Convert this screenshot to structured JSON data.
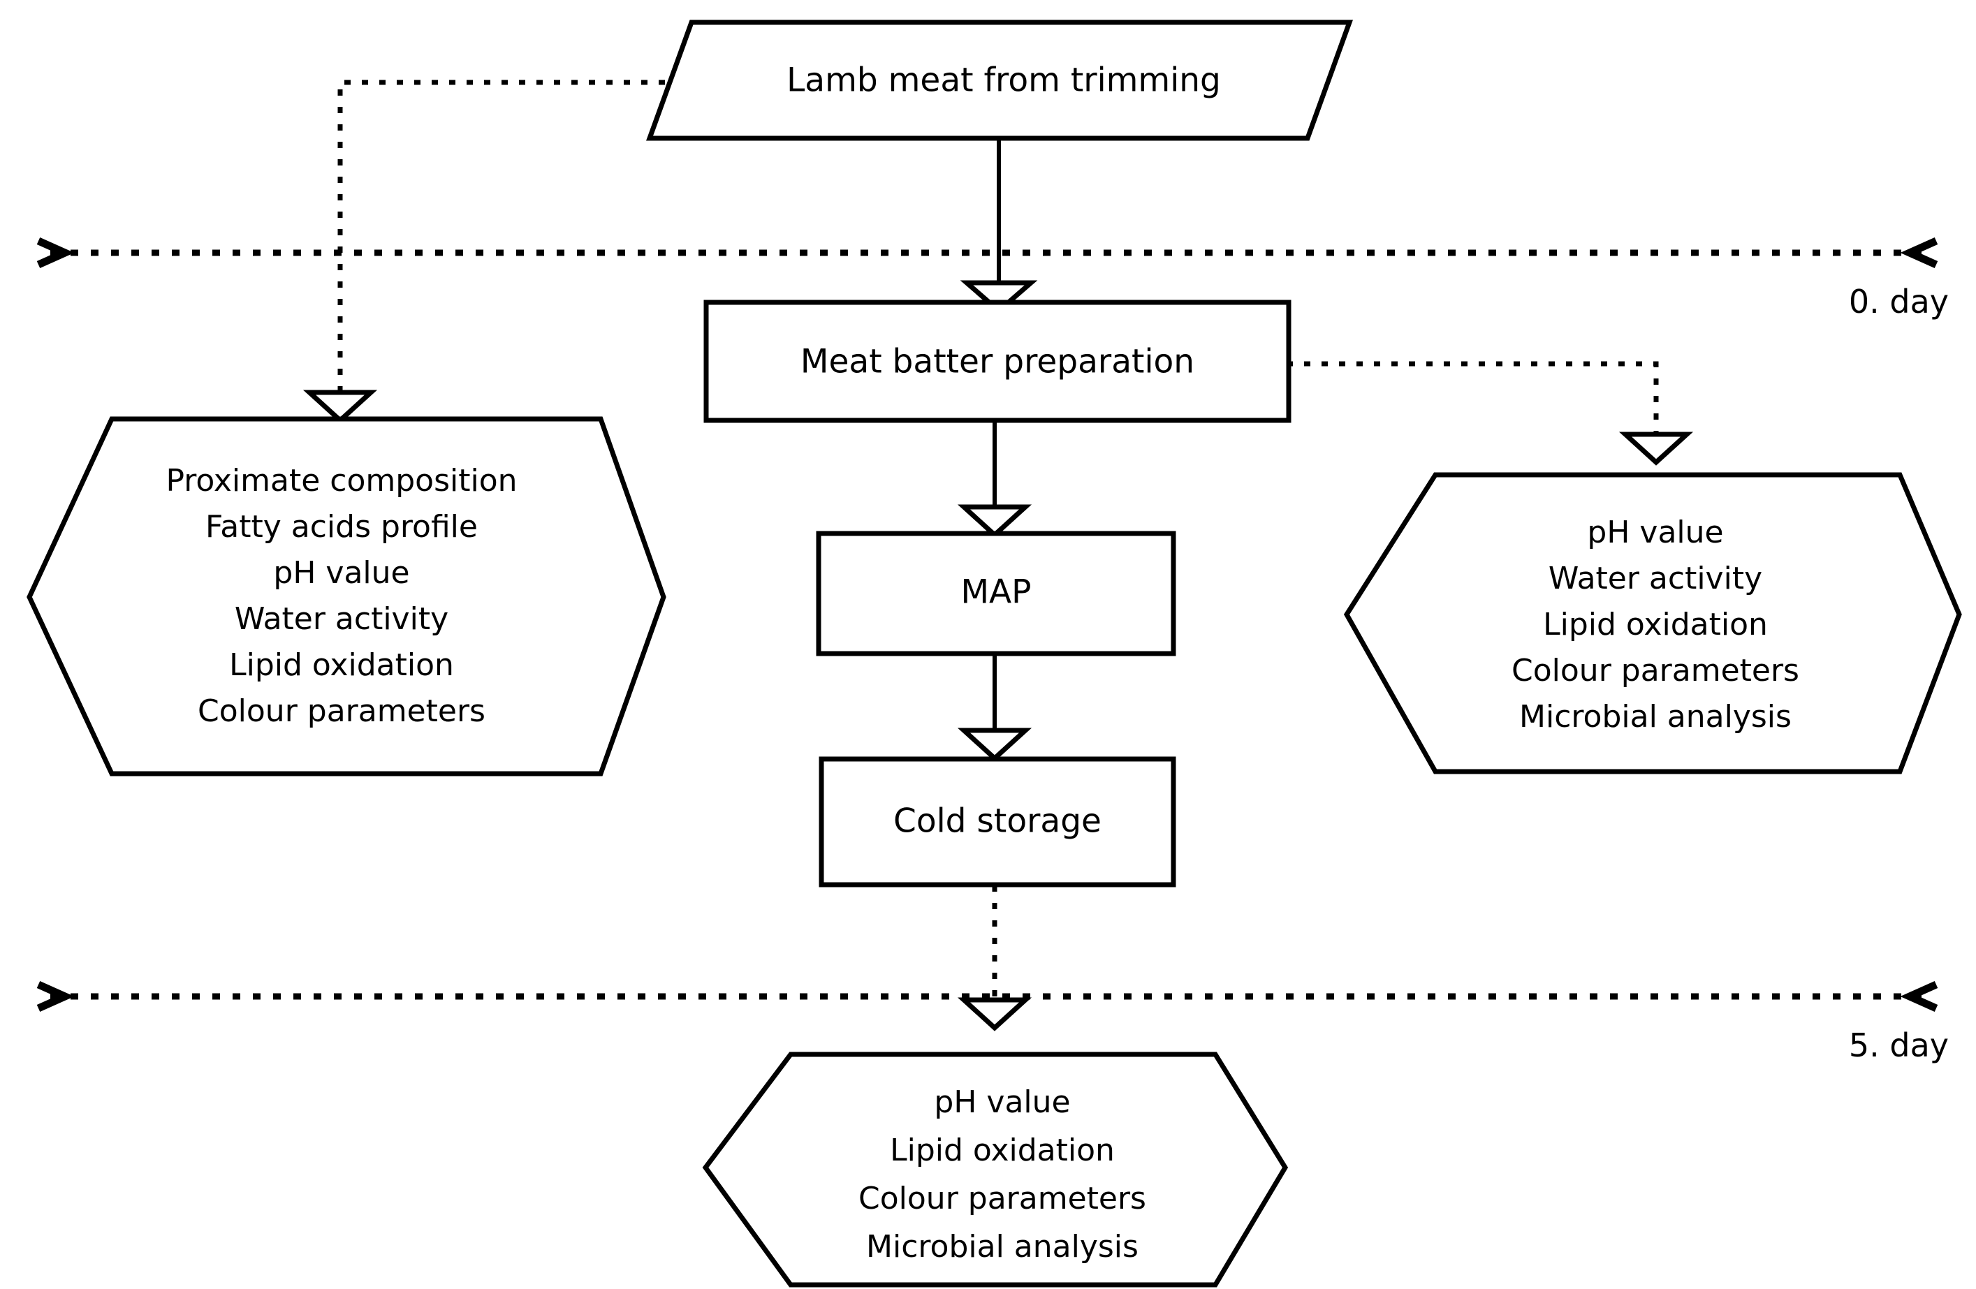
{
  "diagram": {
    "title_text": "Lamb meat from trimming",
    "type": "process-flowchart",
    "background_color": "#ffffff",
    "line_color": "#000000"
  },
  "nodes": {
    "source": {
      "shape": "parallelogram",
      "label": "Lamb meat from trimming"
    },
    "step1": {
      "shape": "rectangle",
      "label": "Meat batter preparation"
    },
    "step2": {
      "shape": "rectangle",
      "label": "MAP"
    },
    "step3": {
      "shape": "rectangle",
      "label": "Cold storage"
    }
  },
  "analyses": {
    "left": {
      "shape": "hexagon",
      "lines": [
        "Proximate composition",
        "Fatty acids profile",
        "pH value",
        "Water activity",
        "Lipid oxidation",
        "Colour parameters"
      ]
    },
    "right": {
      "shape": "hexagon",
      "lines": [
        "pH value",
        "Water activity",
        "Lipid oxidation",
        "Colour parameters",
        "Microbial analysis"
      ]
    },
    "bottom": {
      "shape": "hexagon",
      "lines": [
        "pH value",
        "Lipid oxidation",
        "Colour parameters",
        "Microbial analysis"
      ]
    }
  },
  "timelines": [
    {
      "id": "day0",
      "label": "0. day",
      "style": "dotted",
      "endpoints": "chevrons"
    },
    {
      "id": "day5",
      "label": "5. day",
      "style": "dotted",
      "endpoints": "chevrons"
    }
  ],
  "connectors": [
    {
      "from": "source",
      "to": "step1",
      "style": "solid",
      "arrow": "hollow-triangle-down"
    },
    {
      "from": "source",
      "to": "left",
      "style": "dotted",
      "arrow": "hollow-triangle-down"
    },
    {
      "from": "step1",
      "to": "step2",
      "style": "solid",
      "arrow": "hollow-triangle-down"
    },
    {
      "from": "step1",
      "to": "right",
      "style": "dotted",
      "arrow": "hollow-triangle-down"
    },
    {
      "from": "step2",
      "to": "step3",
      "style": "solid",
      "arrow": "hollow-triangle-down"
    },
    {
      "from": "step3",
      "to": "bottom",
      "style": "dotted",
      "arrow": "hollow-triangle-down"
    }
  ]
}
